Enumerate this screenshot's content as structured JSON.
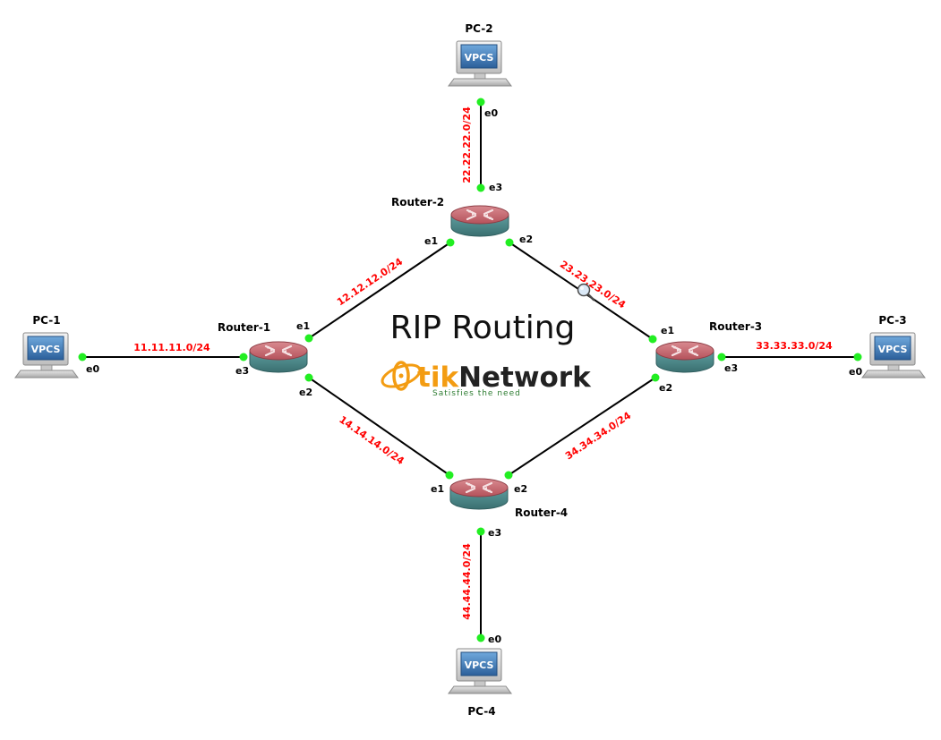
{
  "title": "RIP Routing",
  "logo": {
    "brand_prefix": "tik",
    "brand_suffix": "Network",
    "tagline": "Satisfies the need",
    "colors": {
      "orange": "#f39c12",
      "dark": "#222222",
      "tagline": "#2e7d32"
    }
  },
  "colors": {
    "link": "#000000",
    "port": "#22ee22",
    "network_label": "#ff0000",
    "router_top": "#c0626a",
    "router_body": "#4e8a8c"
  },
  "devices": {
    "pc1": {
      "name": "PC-1",
      "screen_text": "VPCS"
    },
    "pc2": {
      "name": "PC-2",
      "screen_text": "VPCS"
    },
    "pc3": {
      "name": "PC-3",
      "screen_text": "VPCS"
    },
    "pc4": {
      "name": "PC-4",
      "screen_text": "VPCS"
    },
    "r1": {
      "name": "Router-1"
    },
    "r2": {
      "name": "Router-2"
    },
    "r3": {
      "name": "Router-3"
    },
    "r4": {
      "name": "Router-4"
    }
  },
  "links": {
    "pc1_r1": {
      "network": "11.11.11.0/24",
      "a_port": "e0",
      "b_port": "e3"
    },
    "pc2_r2": {
      "network": "22.22.22.0/24",
      "a_port": "e0",
      "b_port": "e3"
    },
    "pc3_r3": {
      "network": "33.33.33.0/24",
      "a_port": "e0",
      "b_port": "e3"
    },
    "pc4_r4": {
      "network": "44.44.44.0/24",
      "a_port": "e0",
      "b_port": "e3"
    },
    "r1_r2": {
      "network": "12.12.12.0/24",
      "a_port": "e1",
      "b_port": "e1"
    },
    "r2_r3": {
      "network": "23.23.23.0/24",
      "a_port": "e2",
      "b_port": "e1"
    },
    "r1_r4": {
      "network": "14.14.14.0/24",
      "a_port": "e2",
      "b_port": "e1"
    },
    "r3_r4": {
      "network": "34.34.34.0/24",
      "a_port": "e2",
      "b_port": "e2"
    }
  }
}
